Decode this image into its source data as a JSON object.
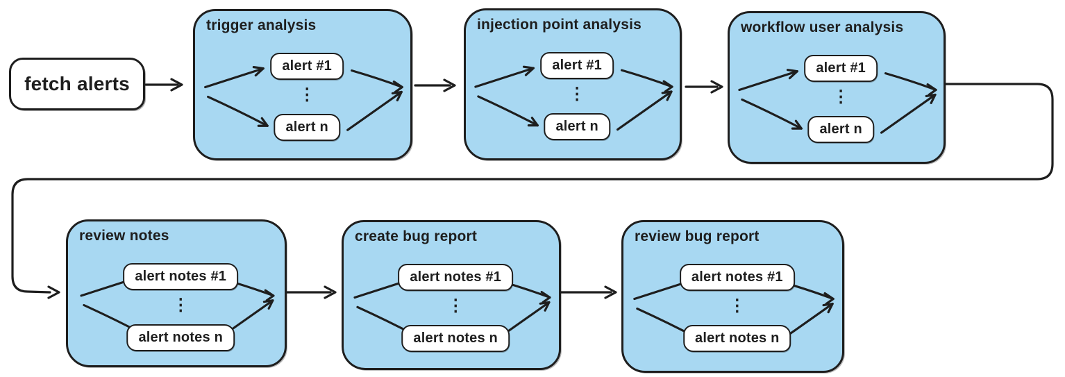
{
  "diagram": {
    "colors": {
      "stage_fill": "#a8d8f2",
      "stroke": "#1e1e1e",
      "node_fill": "#ffffff",
      "canvas_bg": "#ffffff"
    },
    "ellipsis": "⋮",
    "start_node": {
      "label": "fetch alerts"
    },
    "stages": [
      {
        "title": "trigger analysis",
        "items": [
          "alert #1",
          "alert n"
        ]
      },
      {
        "title": "injection point analysis",
        "items": [
          "alert #1",
          "alert n"
        ]
      },
      {
        "title": "workflow user analysis",
        "items": [
          "alert #1",
          "alert n"
        ]
      },
      {
        "title": "review notes",
        "items": [
          "alert notes #1",
          "alert notes n"
        ]
      },
      {
        "title": "create bug report",
        "items": [
          "alert notes #1",
          "alert notes n"
        ]
      },
      {
        "title": "review bug report",
        "items": [
          "alert notes #1",
          "alert notes n"
        ]
      }
    ]
  }
}
